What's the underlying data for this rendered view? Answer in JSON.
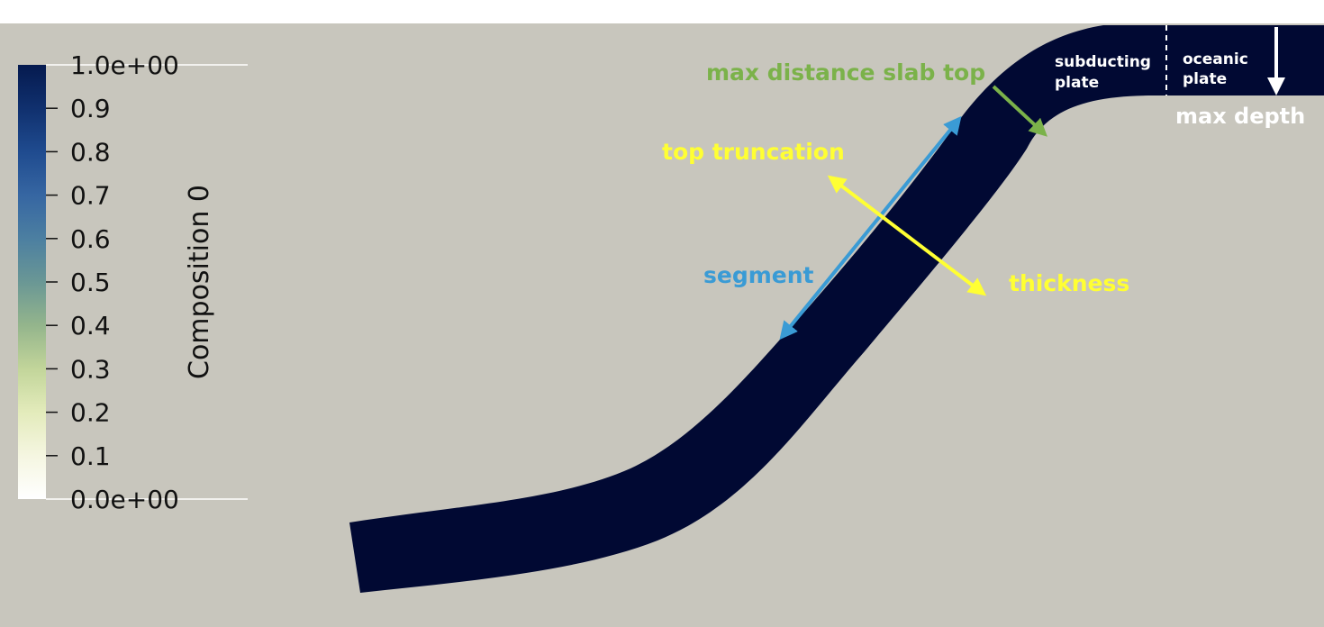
{
  "colorbar": {
    "title": "Composition 0",
    "ticks": [
      {
        "label": "1.0e+00",
        "value": 1.0
      },
      {
        "label": "0.9",
        "value": 0.9
      },
      {
        "label": "0.8",
        "value": 0.8
      },
      {
        "label": "0.7",
        "value": 0.7
      },
      {
        "label": "0.6",
        "value": 0.6
      },
      {
        "label": "0.5",
        "value": 0.5
      },
      {
        "label": "0.4",
        "value": 0.4
      },
      {
        "label": "0.3",
        "value": 0.3
      },
      {
        "label": "0.2",
        "value": 0.2
      },
      {
        "label": "0.1",
        "value": 0.1
      },
      {
        "label": "0.0e+00",
        "value": 0.0
      }
    ],
    "range": [
      0,
      1
    ]
  },
  "annotations": {
    "max_distance_slab_top": "max distance slab top",
    "top_truncation": "top truncation",
    "segment": "segment",
    "thickness": "thickness",
    "subducting_plate_line1": "subducting",
    "subducting_plate_line2": "plate",
    "oceanic_plate_line1": "oceanic",
    "oceanic_plate_line2": "plate",
    "max_depth": "max depth"
  },
  "colors": {
    "background": "#c8c6bd",
    "slab": "#010933",
    "segment": "#3a9bd5",
    "max_distance_slab_top": "#7bb24a",
    "top_truncation_thickness": "#ffff33",
    "max_depth": "#ffffff"
  }
}
